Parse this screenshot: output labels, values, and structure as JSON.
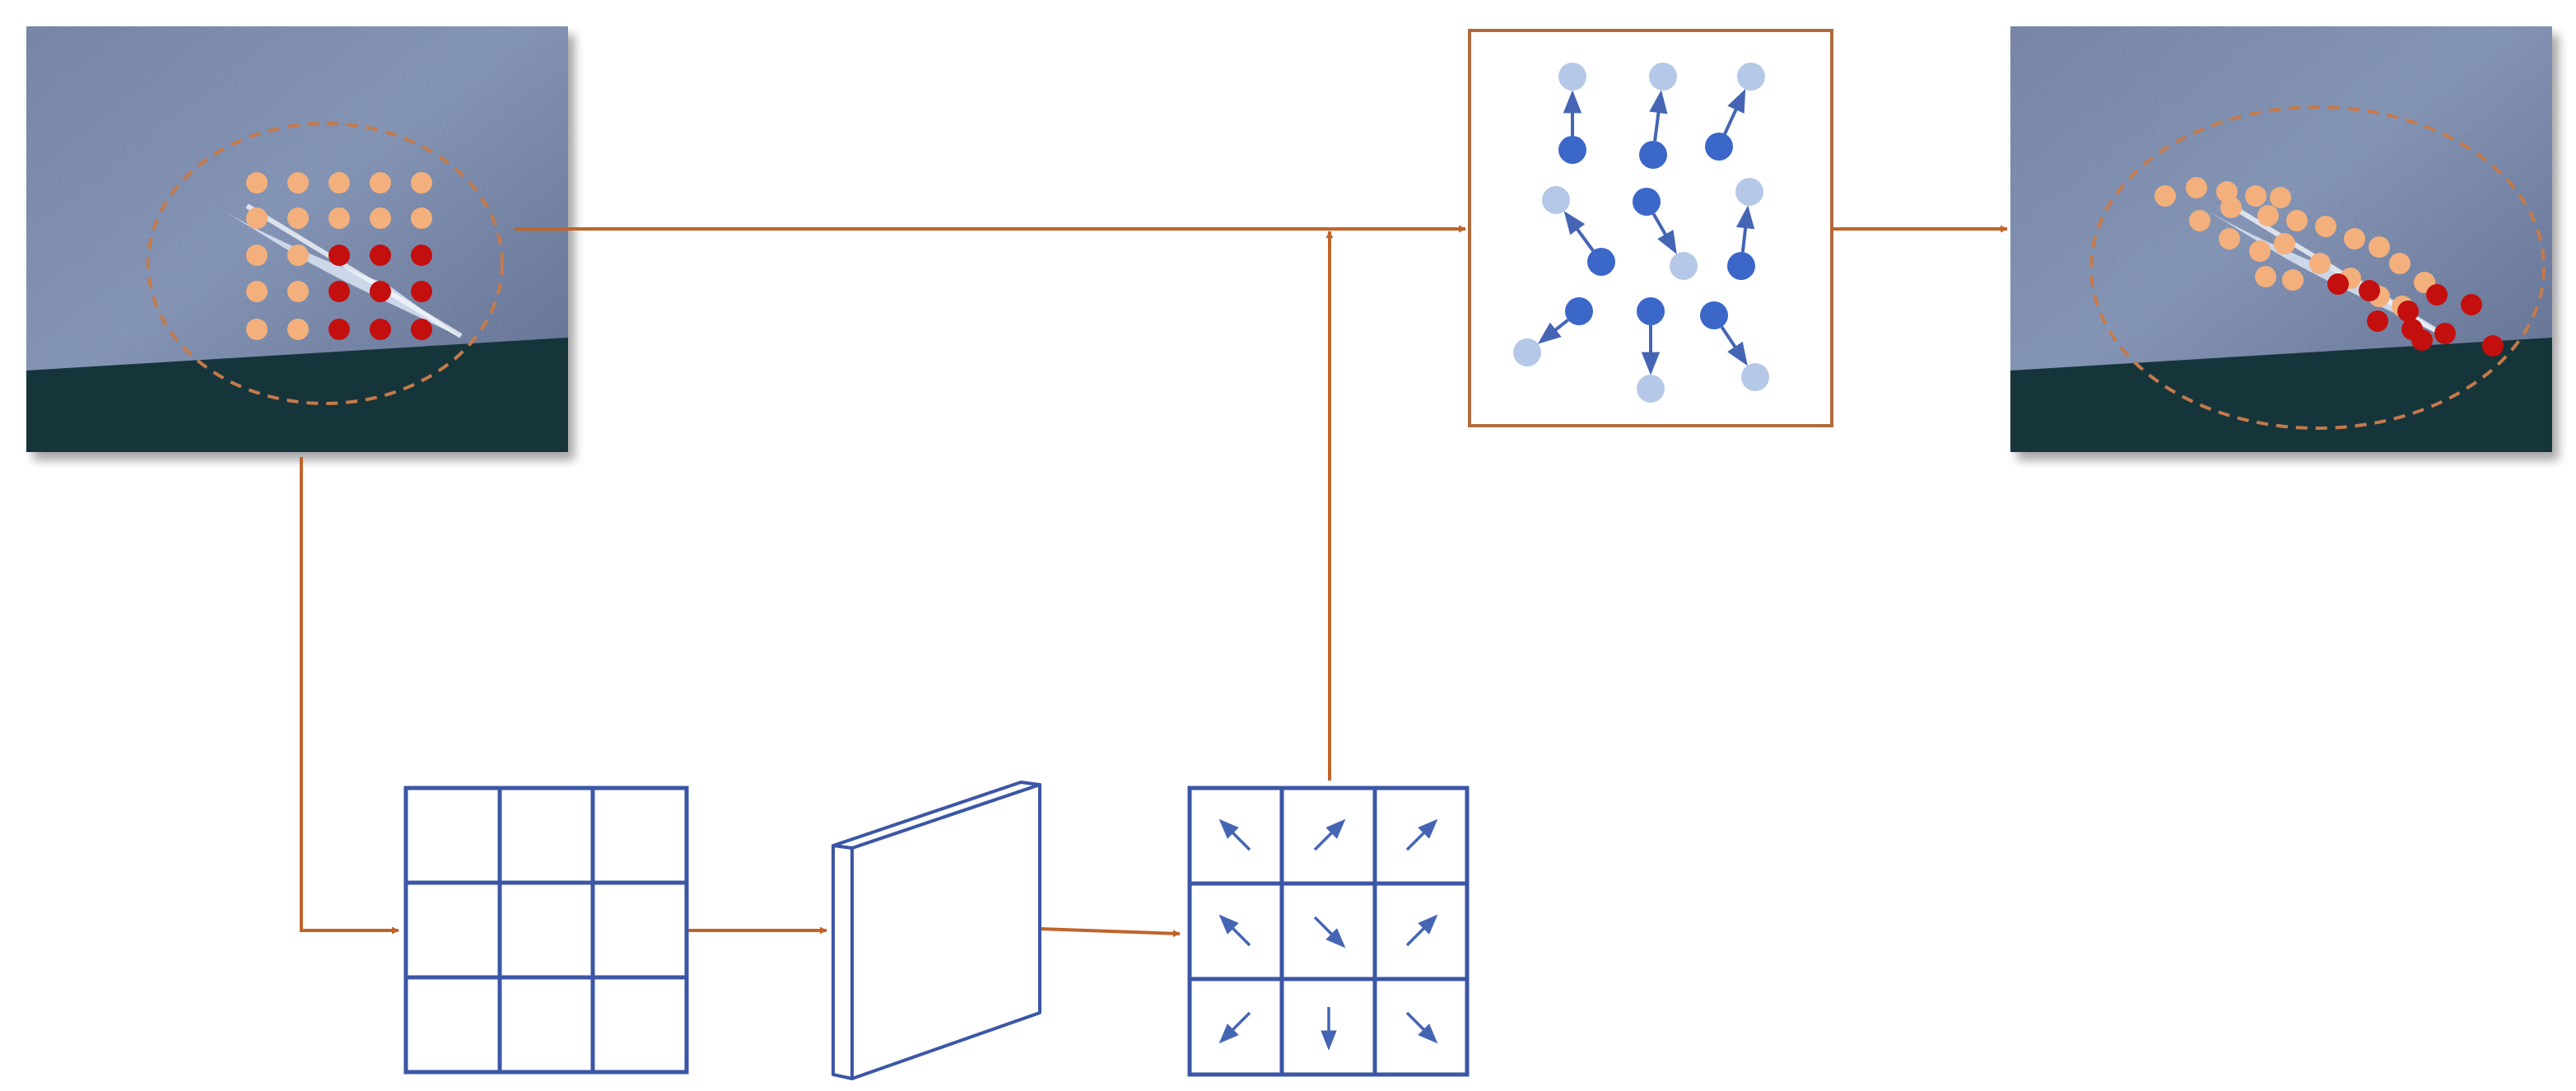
{
  "colors": {
    "flow_arrow": "#c0642a",
    "grid_line": "#3b56a6",
    "offset_arrow": "#4565b4",
    "point_dark": "#3a67c8",
    "point_light": "#b6c8e8",
    "sample_orange": "#f3b07c",
    "sample_red": "#c40f0f",
    "photo_wall": "#4a5a80",
    "photo_floor": "#17363a",
    "ellipse_dash": "#c47a4a"
  },
  "icons": {
    "input_photo": "crack-photo-with-regular-sampling-grid",
    "output_photo": "crack-photo-with-deformed-sampling-points",
    "offset_panel": "point-offset-illustration",
    "kernel": "3x3-convolution-kernel-grid",
    "conv_layer": "convolution-layer-slab",
    "offset_field": "3x3-offset-field-grid"
  },
  "offset_field_directions": [
    [
      "up-left",
      "up-right",
      "up-right"
    ],
    [
      "up-left",
      "down-right",
      "up-right"
    ],
    [
      "down-left",
      "down",
      "down-right"
    ]
  ]
}
